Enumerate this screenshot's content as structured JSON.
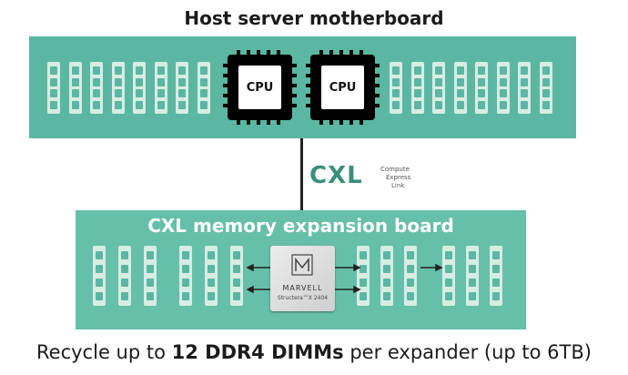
{
  "host": {
    "title": "Host server motherboard",
    "cpus": [
      "CPU",
      "CPU"
    ]
  },
  "link": {
    "logo": "CXL",
    "tagline": [
      "Compute",
      "Express",
      "Link"
    ]
  },
  "expansion": {
    "title": "CXL memory expansion board"
  },
  "chip": {
    "brand": "MARVELL",
    "model": "Structera™X 2404"
  },
  "caption": {
    "prefix": "Recycle up to ",
    "bold": "12 DDR4 DIMMs",
    "suffix": " per expander (up to 6TB)"
  },
  "colors": {
    "board": "#5bb7a1",
    "board_light": "#66bfa9",
    "dimm": "#d7ece5"
  }
}
